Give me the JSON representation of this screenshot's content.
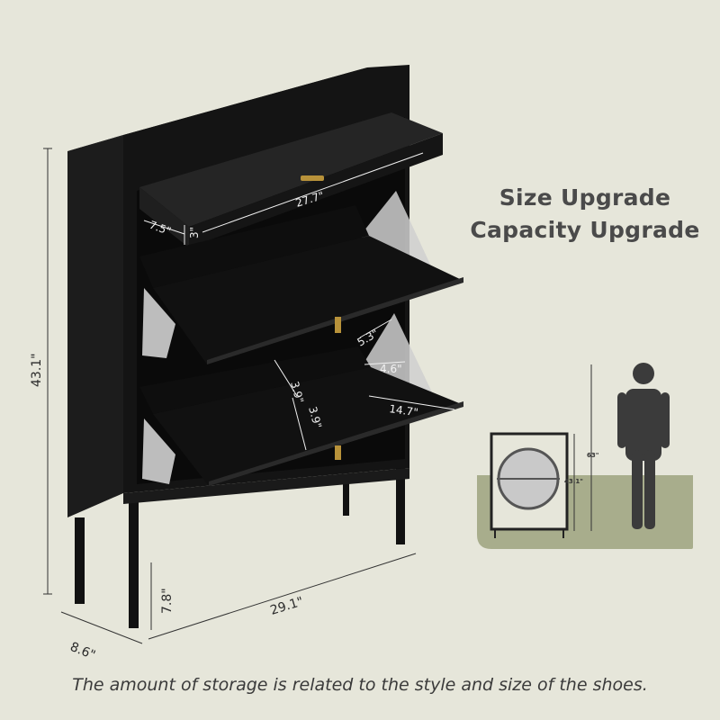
{
  "headline": {
    "line1": "Size Upgrade",
    "line2": "Capacity Upgrade"
  },
  "dimensions": {
    "height": "43.1\"",
    "width": "29.1\"",
    "depth": "8.6\"",
    "leg_height": "7.8\"",
    "drawer_width": "27.7\"",
    "drawer_depth": "7.5\"",
    "drawer_height": "3\"",
    "flap_height_top": "3.9\"",
    "flap_height_bottom": "3.9\"",
    "flap_depth": "5.3\"",
    "flap_depth_inner": "4.6\"",
    "flap_width": "14.7\""
  },
  "comparison": {
    "person_height": "63\"",
    "cabinet_height": "43.1\""
  },
  "footnote": "The amount of storage is related to the style and size of the shoes.",
  "colors": {
    "background": "#e6e6da",
    "cabinet": "#121212",
    "accent_panel": "#a8ad8c",
    "handle": "#b8923a"
  }
}
